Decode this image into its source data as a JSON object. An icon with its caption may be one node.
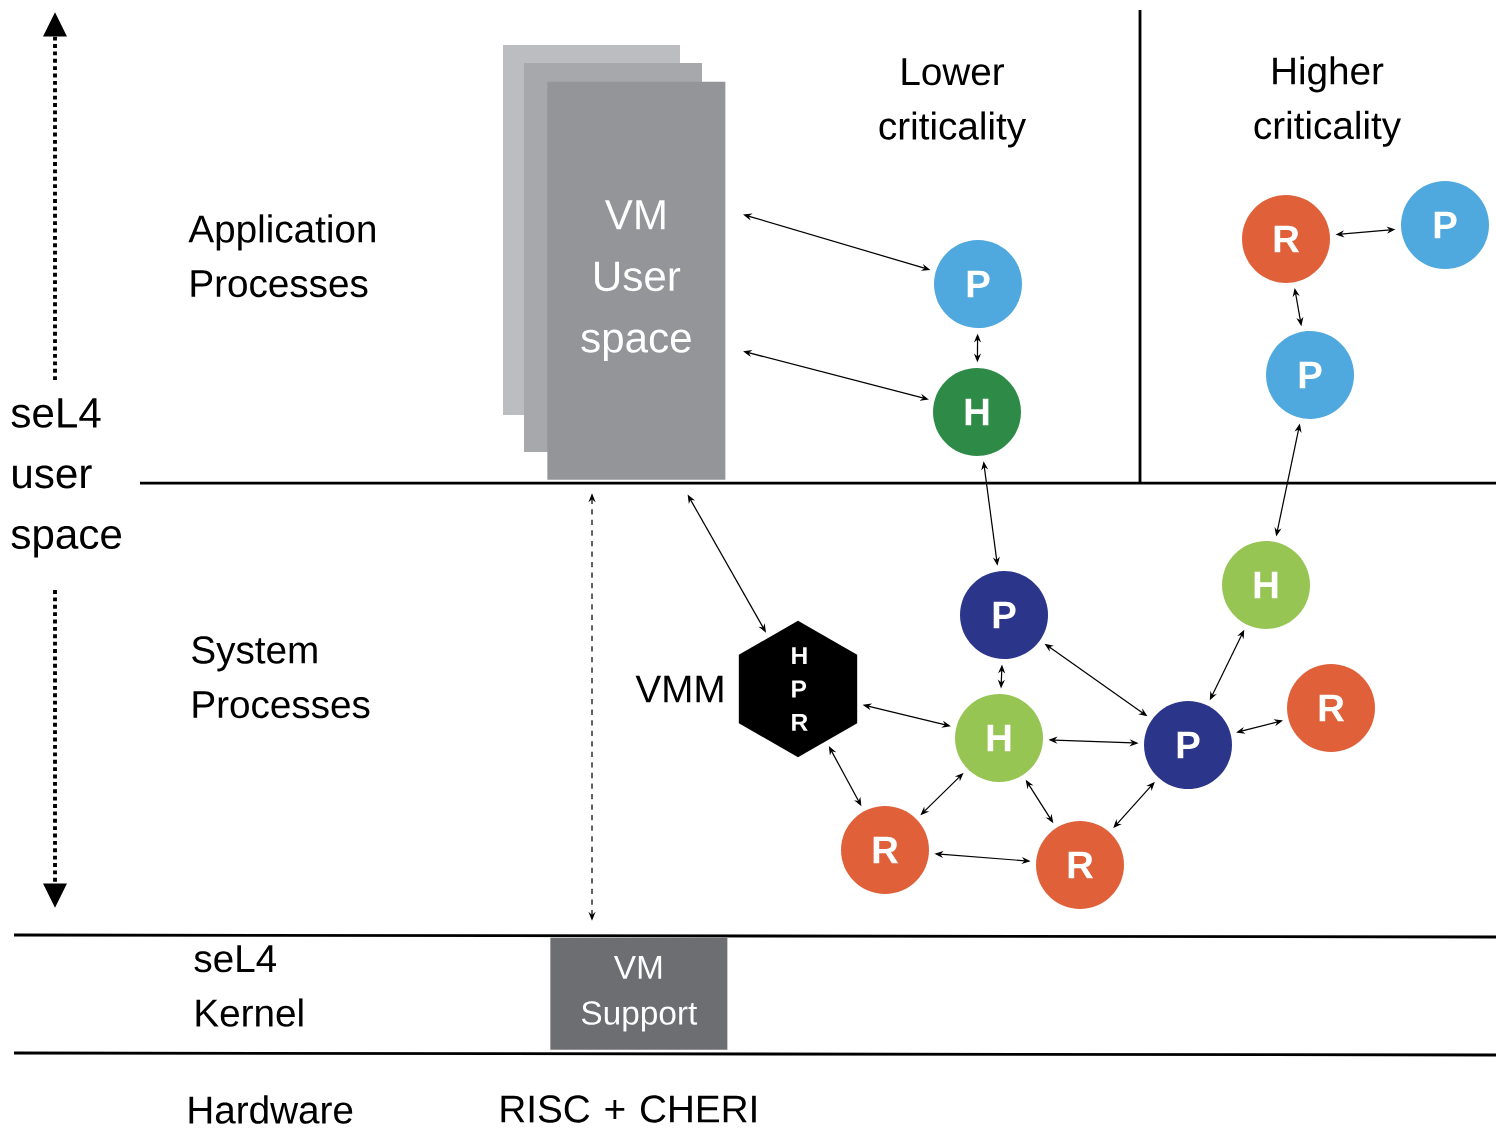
{
  "diagram": {
    "nodes": [
      {
        "text": [
          "VM User space"
        ]
      },
      {
        "text": [
          "P"
        ]
      },
      {
        "text": [
          "H"
        ]
      },
      {
        "text": [
          "R"
        ]
      },
      {
        "text": [
          "P"
        ]
      },
      {
        "text": [
          "P"
        ]
      },
      {
        "text": [
          "H"
        ]
      },
      {
        "text": [
          "H P R"
        ],
        "beside": [
          "VMM"
        ]
      },
      {
        "text": [
          "P"
        ]
      },
      {
        "text": [
          "H"
        ]
      },
      {
        "text": [
          "P"
        ]
      },
      {
        "text": [
          "R"
        ]
      },
      {
        "text": [
          "R"
        ]
      },
      {
        "text": [
          "R"
        ]
      },
      {
        "text": [
          "VM Support"
        ]
      }
    ],
    "edges": [
      {
        "from": 0,
        "to": 1,
        "arrow": "both"
      },
      {
        "from": 0,
        "to": 2,
        "arrow": "both"
      },
      {
        "from": 1,
        "to": 2,
        "arrow": "both"
      },
      {
        "from": 2,
        "to": 8,
        "arrow": "both"
      },
      {
        "from": 3,
        "to": 4,
        "arrow": "both"
      },
      {
        "from": 3,
        "to": 5,
        "arrow": "both"
      },
      {
        "from": 5,
        "to": 6,
        "arrow": "both"
      },
      {
        "from": 0,
        "to": 7,
        "arrow": "both"
      },
      {
        "from": 7,
        "to": 9,
        "arrow": "both"
      },
      {
        "from": 7,
        "to": 12,
        "arrow": "both"
      },
      {
        "from": 8,
        "to": 9,
        "arrow": "both"
      },
      {
        "from": 8,
        "to": 10,
        "arrow": "both"
      },
      {
        "from": 9,
        "to": 10,
        "arrow": "both"
      },
      {
        "from": 9,
        "to": 12,
        "arrow": "both"
      },
      {
        "from": 9,
        "to": 13,
        "arrow": "both"
      },
      {
        "from": 12,
        "to": 13,
        "arrow": "both"
      },
      {
        "from": 10,
        "to": 13,
        "arrow": "both"
      },
      {
        "from": 6,
        "to": 10,
        "arrow": "both"
      },
      {
        "from": 10,
        "to": 11,
        "arrow": "both"
      },
      {
        "from": 0,
        "to": 14,
        "arrow": "both",
        "style": "dashed"
      }
    ],
    "labels": [
      "Lower criticality",
      "Higher criticality",
      "Application Processes",
      "seL4 user space",
      "System Processes",
      "seL4 Kernel",
      "Hardware",
      "RISC + CHERI"
    ]
  }
}
